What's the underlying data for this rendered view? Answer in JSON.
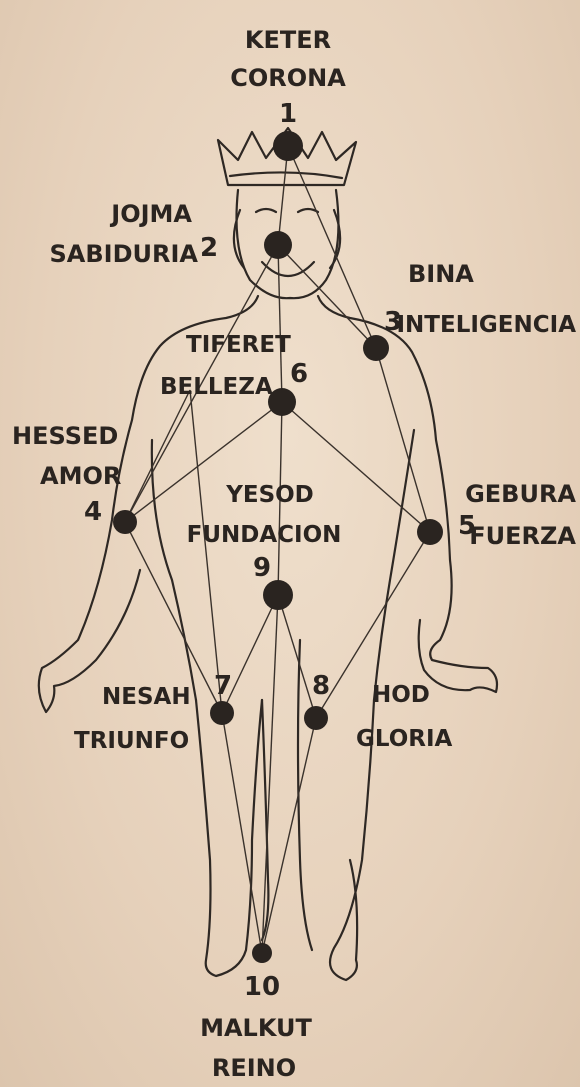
{
  "sefirot": [
    {
      "number": "1",
      "name": "KETER",
      "meaning": "CORONA"
    },
    {
      "number": "2",
      "name": "JOJMA",
      "meaning": "SABIDURIA"
    },
    {
      "number": "3",
      "name": "BINA",
      "meaning": "INTELIGENCIA"
    },
    {
      "number": "4",
      "name": "HESSED",
      "meaning": "AMOR"
    },
    {
      "number": "5",
      "name": "GEBURA",
      "meaning": "FUERZA"
    },
    {
      "number": "6",
      "name": "TIFERET",
      "meaning": "BELLEZA"
    },
    {
      "number": "7",
      "name": "NESAH",
      "meaning": "TRIUNFO"
    },
    {
      "number": "8",
      "name": "HOD",
      "meaning": "GLORIA"
    },
    {
      "number": "9",
      "name": "YESOD",
      "meaning": "FUNDACION"
    },
    {
      "number": "10",
      "name": "MALKUT",
      "meaning": "REINO"
    }
  ],
  "colors": {
    "ink": "#2a2420",
    "paper": "#e8d5c0"
  }
}
